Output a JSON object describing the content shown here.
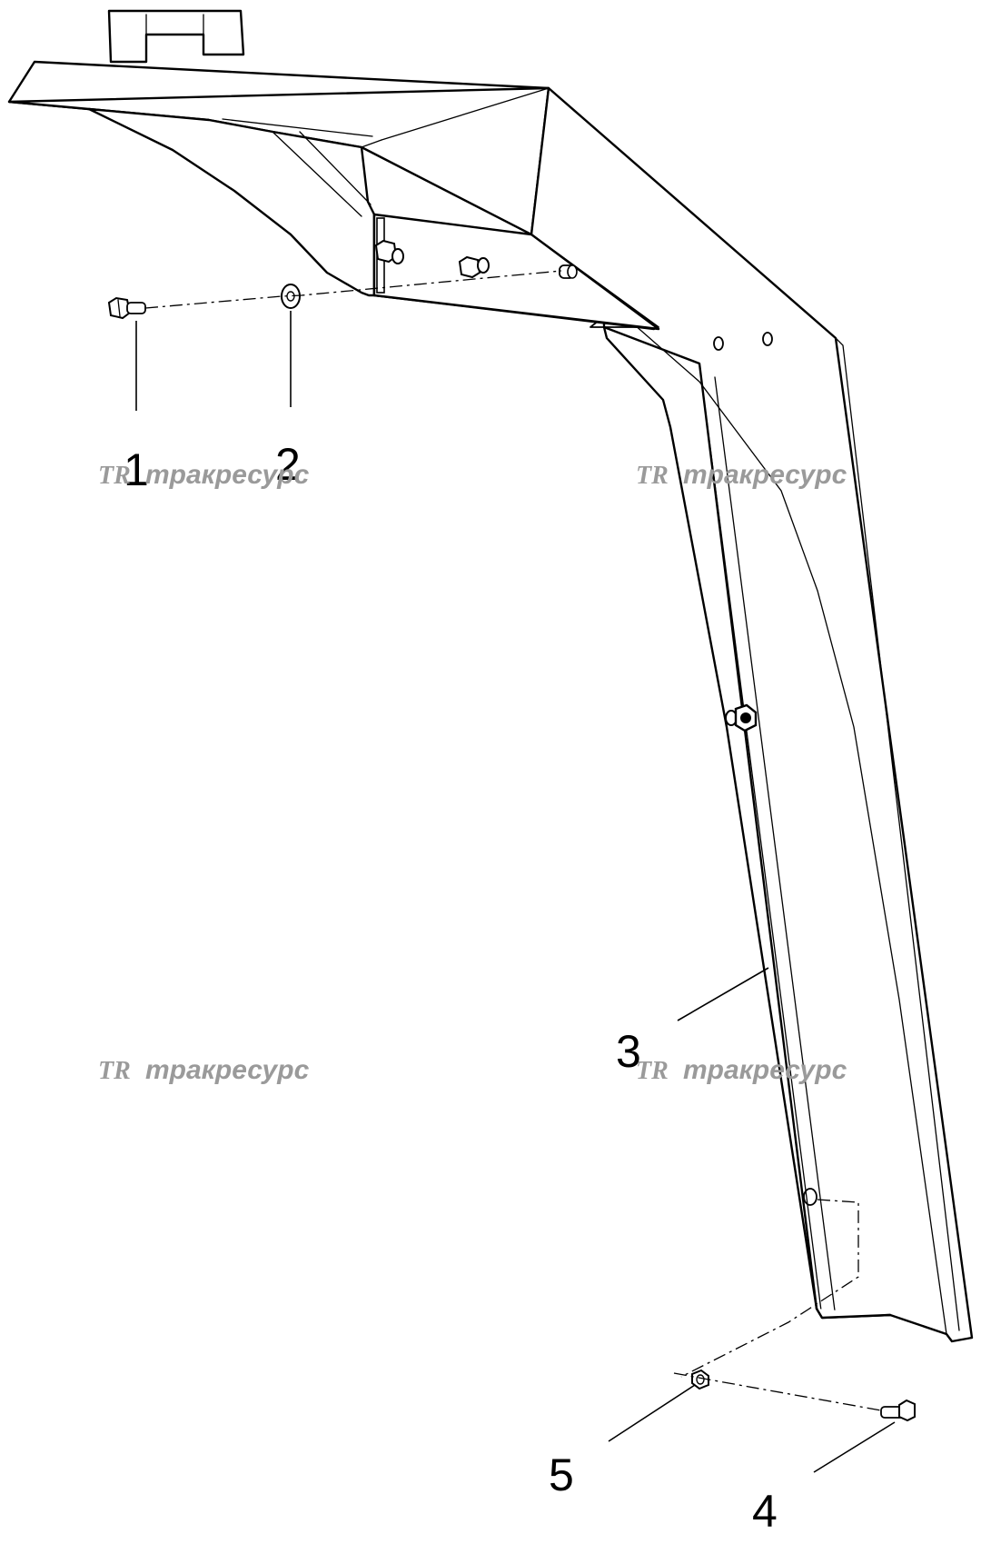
{
  "diagram": {
    "callouts": [
      {
        "id": "c1",
        "label": "1"
      },
      {
        "id": "c2",
        "label": "2"
      },
      {
        "id": "c3",
        "label": "3"
      },
      {
        "id": "c4",
        "label": "4"
      },
      {
        "id": "c5",
        "label": "5"
      }
    ],
    "watermark": {
      "logo": "TR",
      "text": "тракресурс",
      "color": "#9a9a9a"
    },
    "line_color": "#000000",
    "background": "#ffffff"
  }
}
